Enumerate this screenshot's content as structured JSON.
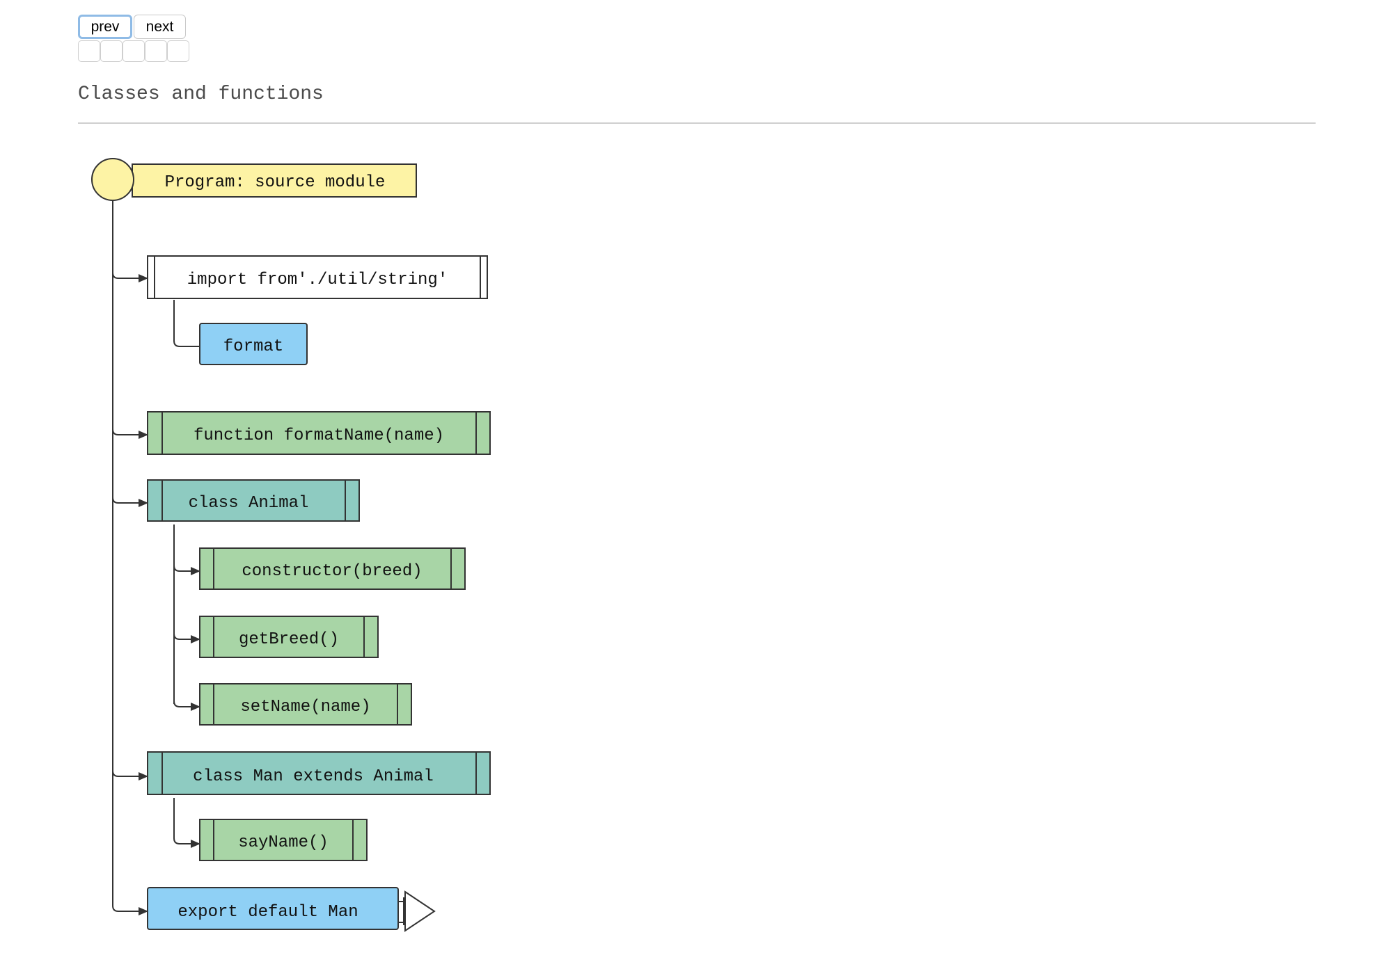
{
  "nav": {
    "prev_label": "prev",
    "next_label": "next",
    "dot_count": 5
  },
  "page_title": "Classes and functions",
  "colors": {
    "program": "#fdf3a5",
    "import": "#ffffff",
    "reference": "#8fd0f5",
    "function": "#a8d5a6",
    "class": "#8ecbc1",
    "line": "#333333"
  },
  "diagram": {
    "program": {
      "label": "Program: source module"
    },
    "nodes": [
      {
        "id": "import-util-string",
        "label": "import from'./util/string'",
        "kind": "import"
      },
      {
        "id": "format",
        "label": "format",
        "kind": "reference"
      },
      {
        "id": "formatName",
        "label": "function formatName(name)",
        "kind": "function"
      },
      {
        "id": "Animal",
        "label": "class Animal",
        "kind": "class"
      },
      {
        "id": "constructor",
        "label": "constructor(breed)",
        "kind": "function"
      },
      {
        "id": "getBreed",
        "label": "getBreed()",
        "kind": "function"
      },
      {
        "id": "setName",
        "label": "setName(name)",
        "kind": "function"
      },
      {
        "id": "Man",
        "label": "class Man extends Animal",
        "kind": "class"
      },
      {
        "id": "sayName",
        "label": "sayName()",
        "kind": "function"
      },
      {
        "id": "export-default",
        "label": "export default Man",
        "kind": "export"
      }
    ]
  }
}
